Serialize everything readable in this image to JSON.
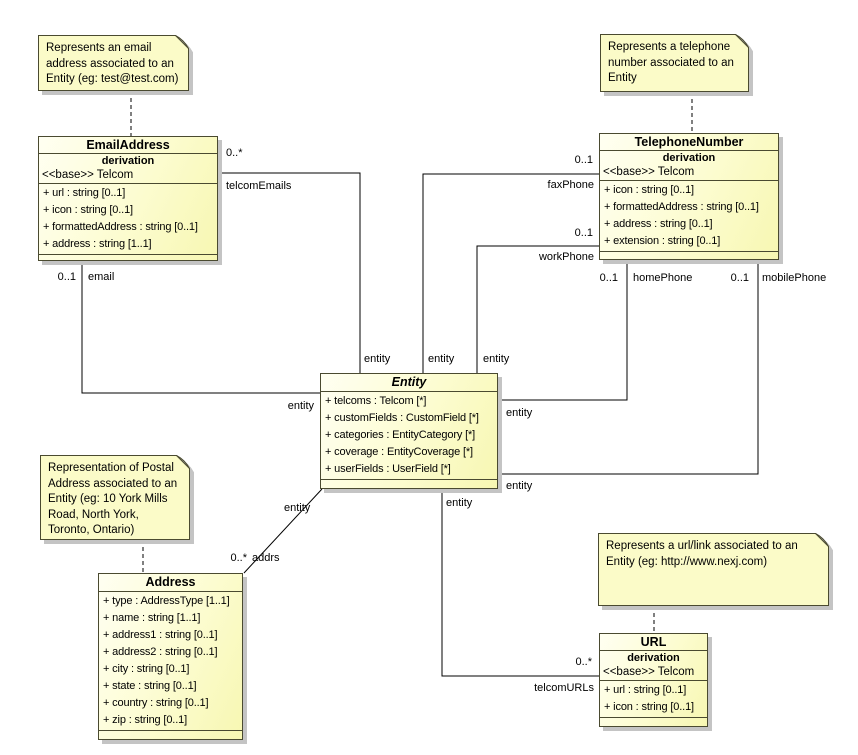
{
  "notes": {
    "email_note": {
      "lines": [
        "Represents an email",
        "address associated to an",
        "Entity (eg: test@test.com)"
      ]
    },
    "phone_note": {
      "lines": [
        "Represents a telephone",
        "number associated to an",
        "Entity"
      ]
    },
    "postal_note": {
      "lines": [
        "Representation of Postal",
        "Address associated to an",
        "Entity (eg: 10 York Mills",
        "Road, North York,",
        "Toronto, Ontario)"
      ]
    },
    "url_note": {
      "lines": [
        "Represents a url/link associated to an",
        "Entity (eg: http://www.nexj.com)"
      ]
    }
  },
  "classes": {
    "email_address": {
      "name": "EmailAddress",
      "derivation_label": "derivation",
      "base": "<<base>> Telcom",
      "attributes": [
        "+ url : string [0..1]",
        "+ icon : string [0..1]",
        "+ formattedAddress : string [0..1]",
        "+ address : string [1..1]"
      ]
    },
    "telephone_number": {
      "name": "TelephoneNumber",
      "derivation_label": "derivation",
      "base": "<<base>> Telcom",
      "attributes": [
        "+ icon : string [0..1]",
        "+ formattedAddress : string [0..1]",
        "+ address : string [0..1]",
        "+ extension : string [0..1]"
      ]
    },
    "entity": {
      "name": "Entity",
      "attributes": [
        "+ telcoms : Telcom [*]",
        "+ customFields : CustomField [*]",
        "+ categories : EntityCategory [*]",
        "+ coverage : EntityCoverage [*]",
        "+ userFields : UserField [*]"
      ]
    },
    "address": {
      "name": "Address",
      "attributes": [
        "+ type : AddressType [1..1]",
        "+ name : string [1..1]",
        "+ address1 : string [0..1]",
        "+ address2 : string [0..1]",
        "+ city : string [0..1]",
        "+ state : string [0..1]",
        "+ country : string [0..1]",
        "+ zip : string [0..1]"
      ]
    },
    "url": {
      "name": "URL",
      "derivation_label": "derivation",
      "base": "<<base>> Telcom",
      "attributes": [
        "+ url : string [0..1]",
        "+ icon : string [0..1]"
      ]
    }
  },
  "associations": {
    "telcom_emails": {
      "multiplicity": "0..*",
      "role": "telcomEmails",
      "entity_role": "entity"
    },
    "email": {
      "multiplicity": "0..1",
      "role": "email",
      "entity_role": "entity"
    },
    "fax_phone": {
      "multiplicity": "0..1",
      "role": "faxPhone",
      "entity_role": "entity"
    },
    "work_phone": {
      "multiplicity": "0..1",
      "role": "workPhone",
      "entity_role": "entity"
    },
    "home_phone": {
      "multiplicity": "0..1",
      "role": "homePhone",
      "entity_role": "entity"
    },
    "mobile_phone": {
      "multiplicity": "0..1",
      "role": "mobilePhone",
      "entity_role": "entity"
    },
    "addrs": {
      "multiplicity": "0..*",
      "role": "addrs",
      "entity_role": "entity"
    },
    "telcom_urls": {
      "multiplicity": "0..*",
      "role": "telcomURLs",
      "entity_role": "entity"
    }
  }
}
